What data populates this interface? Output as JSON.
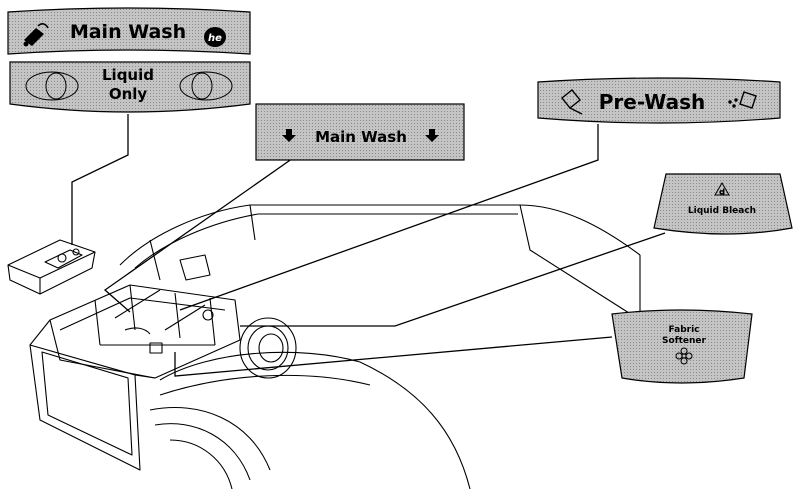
{
  "labels": {
    "main_wash_top": "Main Wash",
    "he_logo": "he",
    "liquid_only_line1": "Liquid",
    "liquid_only_line2": "Only",
    "main_wash_arrows": "Main Wash",
    "pre_wash": "Pre-Wash",
    "liquid_bleach": "Liquid Bleach",
    "fabric_softener_line1": "Fabric",
    "fabric_softener_line2": "Softener"
  },
  "icons": {
    "main_wash_top": "detergent-pour-icon",
    "he_logo": "he-logo-icon",
    "pre_wash_left": "powder-scoop-icon",
    "pre_wash_right": "powder-scoop-icon",
    "liquid_bleach": "bleach-triangle-icon",
    "fabric_softener": "softener-flower-icon",
    "arrow_left": "down-arrow-icon",
    "arrow_right": "down-arrow-icon"
  },
  "colors": {
    "label_fill": "#bdbdbd",
    "label_stroke": "#000000",
    "line": "#000000",
    "background": "#ffffff"
  }
}
